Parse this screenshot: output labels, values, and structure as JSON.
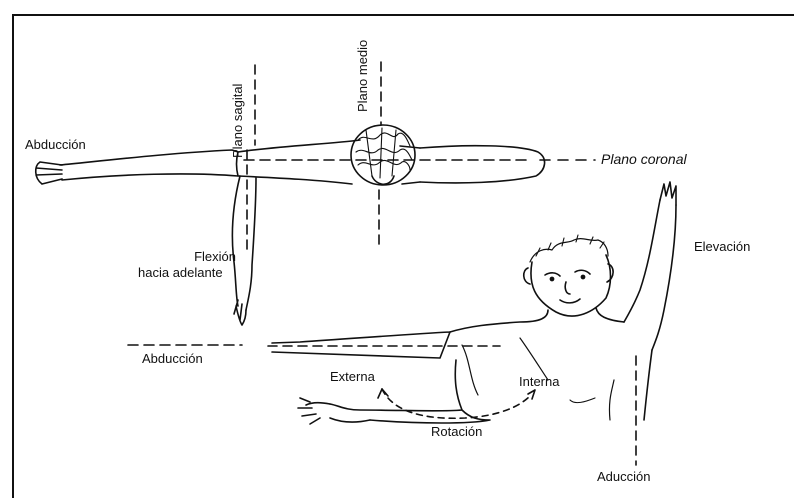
{
  "labels": {
    "plano_sagital": "Plano sagital",
    "plano_medio": "Plano medio",
    "plano_coronal": "Plano coronal",
    "abduccion_top": "Abducción",
    "flexion_line1": "Flexión",
    "flexion_line2": "hacia adelante",
    "elevacion": "Elevación",
    "abduccion_bottom": "Abducción",
    "externa": "Externa",
    "interna": "Interna",
    "rotacion": "Rotación",
    "aduccion": "Aducción"
  }
}
